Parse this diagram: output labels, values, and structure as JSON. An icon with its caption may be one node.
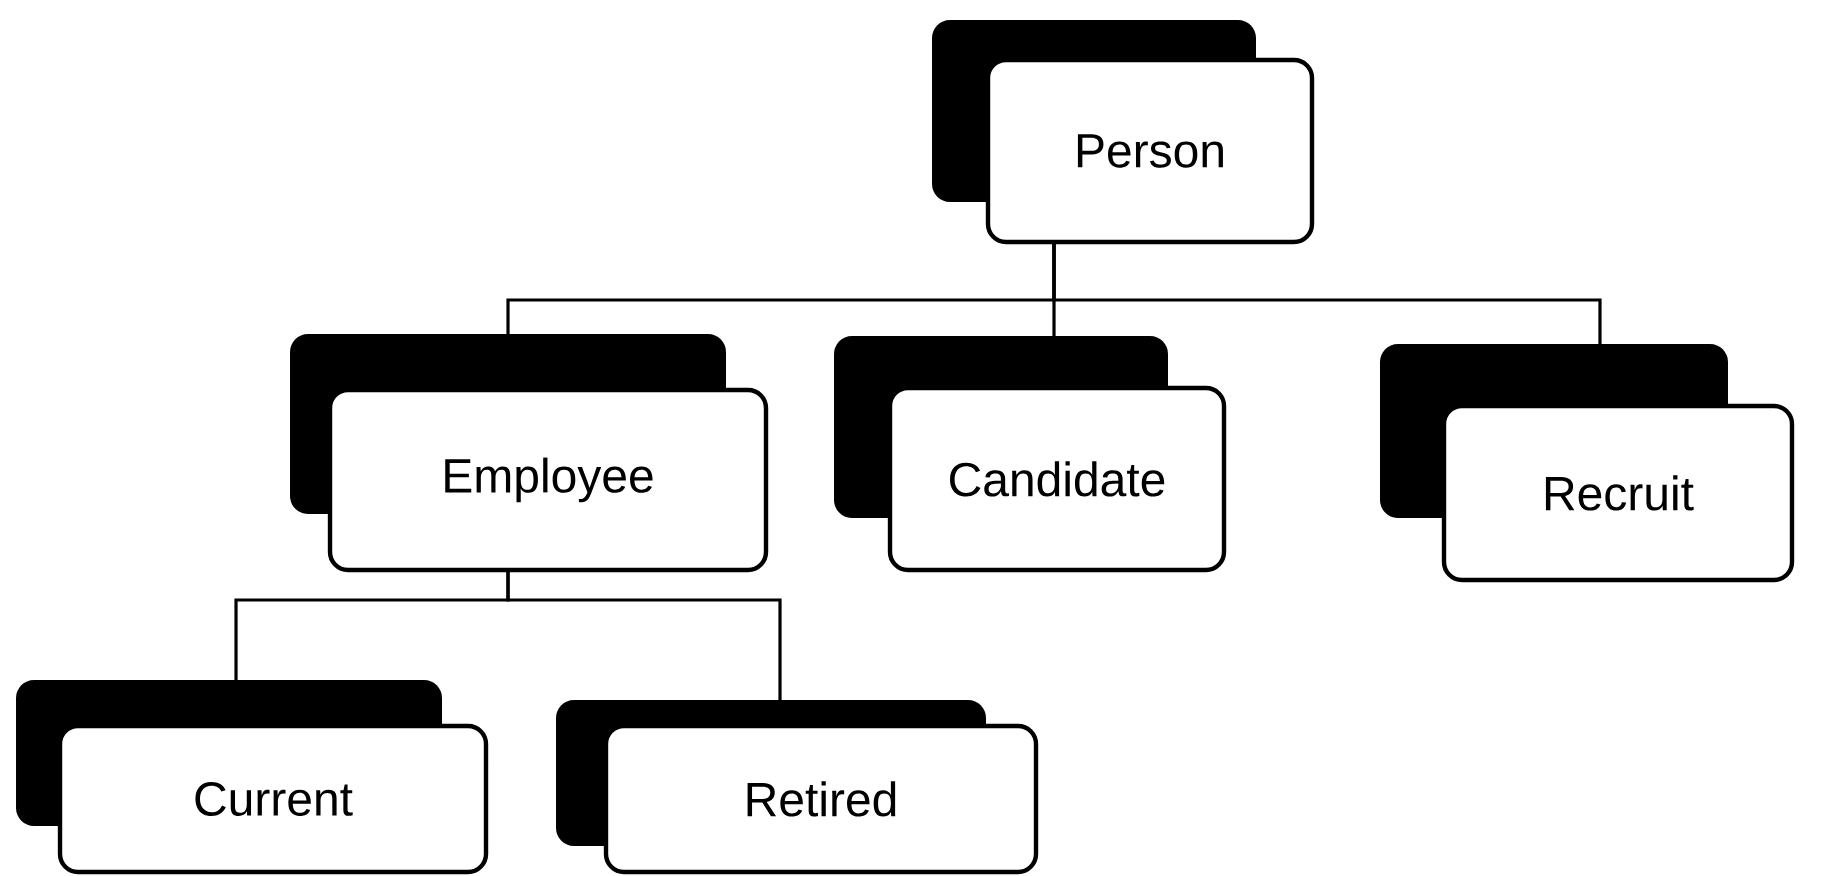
{
  "diagram": {
    "nodes": [
      {
        "text": [
          "Person"
        ]
      },
      {
        "text": [
          "Employee"
        ]
      },
      {
        "text": [
          "Candidate"
        ]
      },
      {
        "text": [
          "Recruit"
        ]
      },
      {
        "text": [
          "Current"
        ]
      },
      {
        "text": [
          "Retired"
        ]
      }
    ],
    "edges": [
      {
        "from": 0,
        "to": 1,
        "arrow": "none"
      },
      {
        "from": 0,
        "to": 2,
        "arrow": "none"
      },
      {
        "from": 0,
        "to": 3,
        "arrow": "none"
      },
      {
        "from": 1,
        "to": 4,
        "arrow": "none"
      },
      {
        "from": 1,
        "to": 5,
        "arrow": "none"
      }
    ]
  }
}
